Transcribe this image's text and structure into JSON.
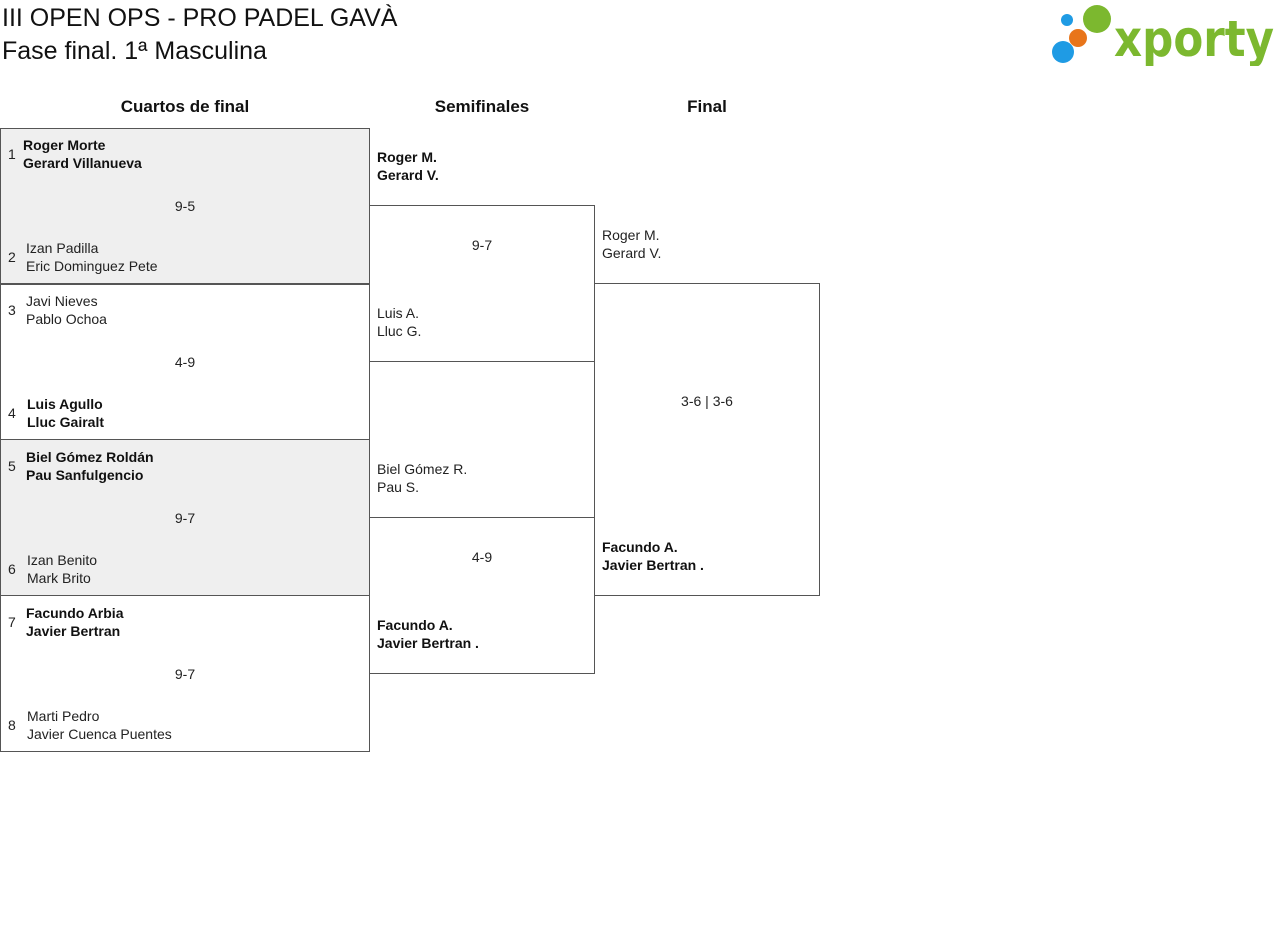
{
  "header": {
    "title": "III OPEN OPS - PRO PADEL GAVÀ",
    "subtitle": "Fase final. 1ª Masculina",
    "logo_text": "xporty"
  },
  "colors": {
    "logo_green": "#7cb82f",
    "logo_blue": "#1f9be4",
    "logo_orange": "#e8751a",
    "shaded_row": "#efefef",
    "border": "#555555"
  },
  "rounds": {
    "quarterfinals": "Cuartos de final",
    "semifinals": "Semifinales",
    "final": "Final"
  },
  "quarterfinals": [
    {
      "score": "9-5",
      "top": {
        "seed": "1",
        "player1": "Roger Morte",
        "player2": "Gerard Villanueva",
        "winner": true
      },
      "bottom": {
        "seed": "2",
        "player1": "Izan Padilla",
        "player2": "Eric Dominguez Pete",
        "winner": false
      }
    },
    {
      "score": "4-9",
      "top": {
        "seed": "3",
        "player1": "Javi Nieves",
        "player2": "Pablo Ochoa",
        "winner": false
      },
      "bottom": {
        "seed": "4",
        "player1": "Luis Agullo",
        "player2": "Lluc Gairalt",
        "winner": true
      }
    },
    {
      "score": "9-7",
      "top": {
        "seed": "5",
        "player1": "Biel Gómez Roldán",
        "player2": "Pau Sanfulgencio",
        "winner": true
      },
      "bottom": {
        "seed": "6",
        "player1": "Izan Benito",
        "player2": "Mark Brito",
        "winner": false
      }
    },
    {
      "score": "9-7",
      "top": {
        "seed": "7",
        "player1": "Facundo Arbia",
        "player2": "Javier Bertran",
        "winner": true
      },
      "bottom": {
        "seed": "8",
        "player1": "Marti Pedro",
        "player2": "Javier Cuenca Puentes",
        "winner": false
      }
    }
  ],
  "semifinals": [
    {
      "score": "9-7",
      "top": {
        "player1": "Roger M.",
        "player2": "Gerard V.",
        "winner": true
      },
      "bottom": {
        "player1": "Luis A.",
        "player2": "Lluc G.",
        "winner": false
      }
    },
    {
      "score": "4-9",
      "top": {
        "player1": "Biel Gómez R.",
        "player2": "Pau S.",
        "winner": false
      },
      "bottom": {
        "player1": "Facundo A.",
        "player2": "Javier Bertran .",
        "winner": true
      }
    }
  ],
  "final": {
    "score": "3-6 | 3-6",
    "top": {
      "player1": "Roger M.",
      "player2": "Gerard V.",
      "winner": false
    },
    "bottom": {
      "player1": "Facundo A.",
      "player2": "Javier Bertran .",
      "winner": true
    }
  }
}
